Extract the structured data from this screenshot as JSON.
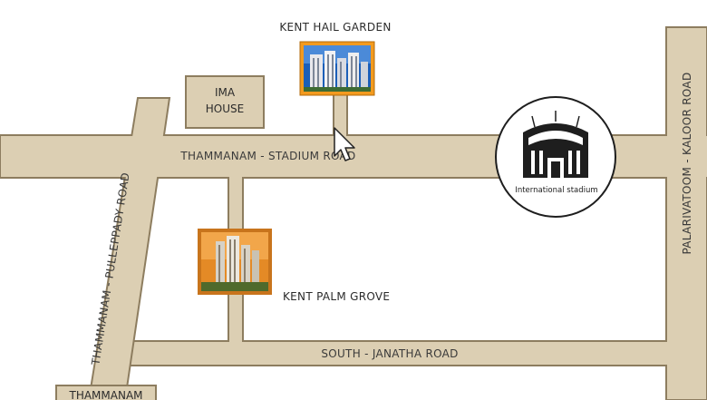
{
  "map": {
    "roads": {
      "top_road": "THAMMANAM - STADIUM ROAD",
      "bottom_road": "SOUTH - JANATHA ROAD",
      "left_road": "THAMMANAM - PULLEPPADY ROAD",
      "right_road": "PALARIVATOOM - KALOOR ROAD"
    },
    "places": {
      "kent_hail_garden": "KENT HAIL GARDEN",
      "ima_house_line1": "IMA",
      "ima_house_line2": "HOUSE",
      "kent_palm_grove": "KENT PALM GROVE",
      "stadium": "International stadium",
      "thammanam_box": "THAMMANAM"
    },
    "colors": {
      "road_fill": "#dccfb3",
      "road_border": "#8d7d5f",
      "frame_orange": "#f39a1e",
      "sky_blue": "#1c5fb8"
    },
    "icons": [
      "cursor-arrow-icon",
      "stadium-icon",
      "building-photo-icon"
    ]
  }
}
